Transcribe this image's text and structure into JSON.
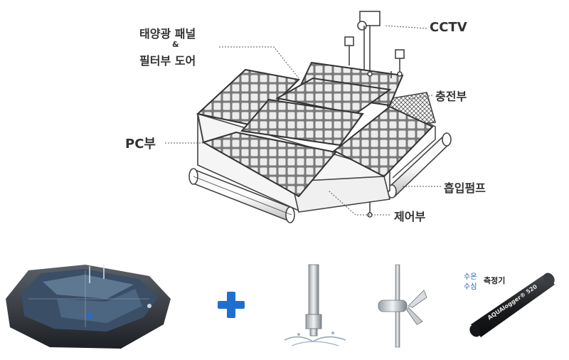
{
  "labels": {
    "solar_panel": "태양광 패널",
    "ampersand": "&",
    "filter_door": "필터부 도어",
    "cctv": "CCTV",
    "charging": "충전부",
    "pc": "PC부",
    "suction_pump": "흡입펌프",
    "control": "제어부"
  },
  "sensor": {
    "label_line1": "수온",
    "label_line2": "수심",
    "label_main": "측정기",
    "device_text": "AQUAlogger® 520"
  },
  "colors": {
    "line": "#444444",
    "panel_cell": "#e9e9e9",
    "accent_blue": "#1f6fd1",
    "dark_body": "#2c2f33"
  }
}
